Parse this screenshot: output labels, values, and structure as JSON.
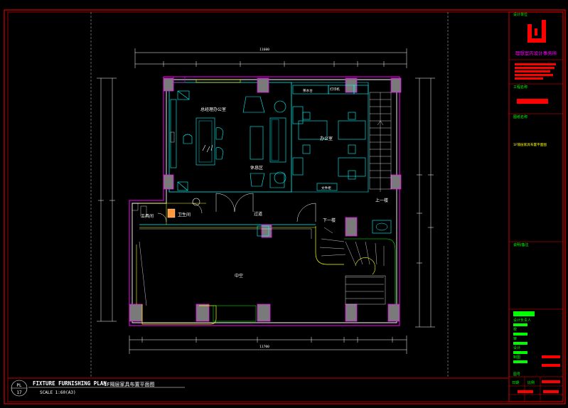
{
  "firm": {
    "name": "理想室内设计事务所",
    "brand_color": "#ff0000"
  },
  "titleblock": {
    "design_unit_label": "设计单位",
    "project_name_label": "工程名称",
    "drawing_name_label": "图纸名称",
    "drawing_name_value": "1F隔层家具布置平面图",
    "notes_label": "说明/备注",
    "responsible_label": "设计负责人",
    "proof_label": "校",
    "check_label": "审",
    "design_label": "设计",
    "draw_label": "制图",
    "drawing_no_label": "图号",
    "date_label": "日期",
    "scale_label": "比例"
  },
  "rooms": {
    "gm_office": "总经理办公室",
    "office": "办公室",
    "lounge": "休息区",
    "corridor": "过道",
    "restroom": "卫生间",
    "tool_room": "工具间",
    "atrium": "中空",
    "down_stairs": "下一楼",
    "up_stairs": "上一楼",
    "file_cabinet": "文件柜",
    "tea_bar": "茶水台",
    "printer": "打印机"
  },
  "dimensions": {
    "top_total": "11600",
    "bottom_total": "11700"
  },
  "title": {
    "english": "FIXTURE FURNISHING PLAN",
    "chinese": "1F隔层家具布置平面图",
    "scale": "SCALE 1:60(A3)",
    "sheet_code": "PL",
    "sheet_number": "17"
  },
  "colors": {
    "frame": "#ff0000",
    "wall": "#ffffff",
    "magenta": "#ff00ff",
    "cyan": "#00ffff",
    "yellow": "#ffff00",
    "green": "#00ff00",
    "column": "#888888"
  }
}
